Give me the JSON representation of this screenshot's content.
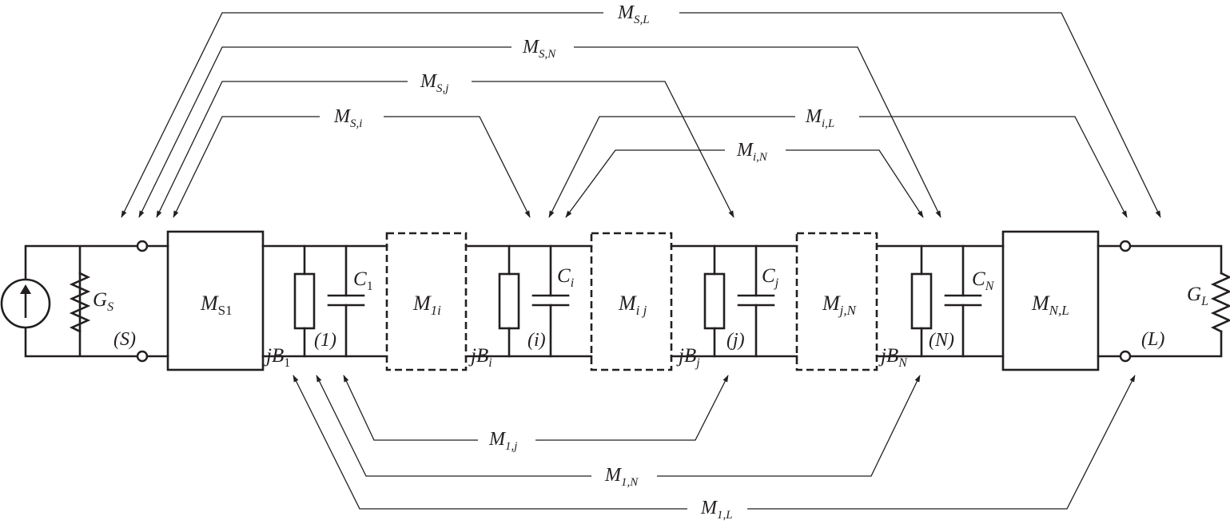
{
  "colors": {
    "ink": "#231f20",
    "background": "#ffffff"
  },
  "source": {
    "conductance": {
      "main": "G",
      "sub": "S"
    },
    "node": "(S)",
    "icon": "current-source-icon"
  },
  "load": {
    "conductance": {
      "main": "G",
      "sub": "L"
    },
    "node": "(L)"
  },
  "blocks": [
    {
      "id": "s1",
      "main": "M",
      "sub": "S1",
      "style": "solid"
    },
    {
      "id": "1i",
      "main": "M",
      "sub": "1i",
      "style": "dashed"
    },
    {
      "id": "ij",
      "main": "M",
      "sub": "i j",
      "style": "dashed"
    },
    {
      "id": "jN",
      "main": "M",
      "sub": "j,N",
      "style": "dashed"
    },
    {
      "id": "NL",
      "main": "M",
      "sub": "N,L",
      "style": "solid"
    }
  ],
  "resonators": [
    {
      "id": "1",
      "susceptance": {
        "main": "jB",
        "sub": "1"
      },
      "capacitor": {
        "main": "C",
        "sub": "1"
      },
      "node": "(1)"
    },
    {
      "id": "i",
      "susceptance": {
        "main": "jB",
        "sub": "i"
      },
      "capacitor": {
        "main": "C",
        "sub": "i"
      },
      "node": "(i)"
    },
    {
      "id": "j",
      "susceptance": {
        "main": "jB",
        "sub": "j"
      },
      "capacitor": {
        "main": "C",
        "sub": "j"
      },
      "node": "(j)"
    },
    {
      "id": "N",
      "susceptance": {
        "main": "jB",
        "sub": "N"
      },
      "capacitor": {
        "main": "C",
        "sub": "N"
      },
      "node": "(N)"
    }
  ],
  "couplings_top": [
    {
      "id": "SL",
      "main": "M",
      "sub": "S,L"
    },
    {
      "id": "SN",
      "main": "M",
      "sub": "S,N"
    },
    {
      "id": "Sj",
      "main": "M",
      "sub": "S,j"
    },
    {
      "id": "Si",
      "main": "M",
      "sub": "S,i"
    },
    {
      "id": "iL",
      "main": "M",
      "sub": "i,L"
    },
    {
      "id": "iN",
      "main": "M",
      "sub": "i,N"
    }
  ],
  "couplings_bottom": [
    {
      "id": "1j",
      "main": "M",
      "sub": "1,j"
    },
    {
      "id": "1N",
      "main": "M",
      "sub": "1,N"
    },
    {
      "id": "1L",
      "main": "M",
      "sub": "1,L"
    }
  ]
}
